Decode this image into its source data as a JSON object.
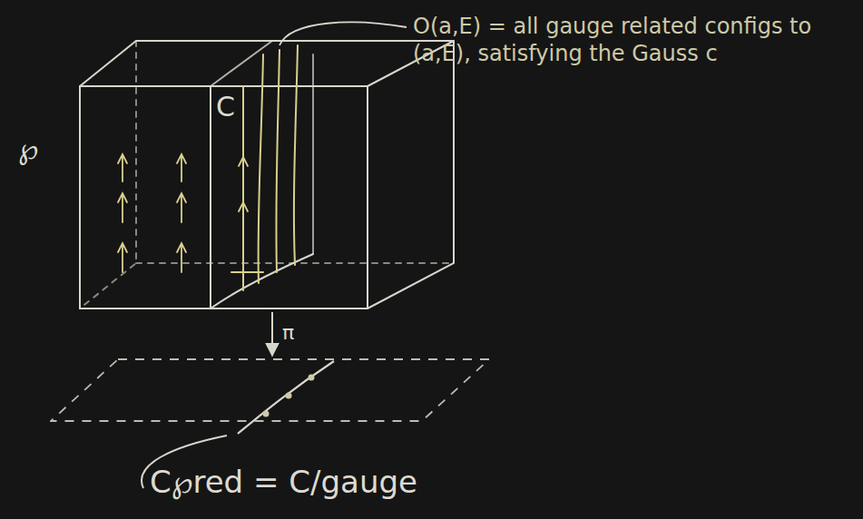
{
  "diagram": {
    "nodes": [
      {
        "text": [
          "℘",
          "C"
        ]
      },
      {
        "text": [
          "C℘red = C/gauge"
        ]
      }
    ],
    "edges": [
      {
        "from": 0,
        "to": 1,
        "arrow": "to",
        "label": "π"
      }
    ],
    "labels": [
      "O(a,E) = all gauge related configs to (a,E), satisfying the Gauss c"
    ]
  }
}
